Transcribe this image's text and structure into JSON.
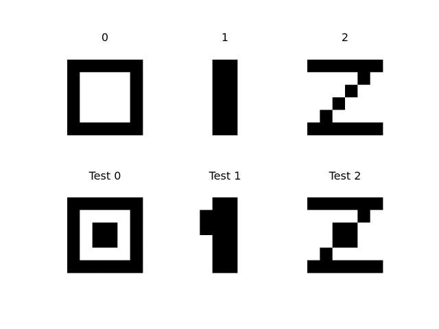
{
  "chart_data": {
    "type": "heatmap",
    "colormap": {
      "0": "#ffffff",
      "1": "#000000"
    },
    "grid_size": [
      6,
      6
    ],
    "panels": [
      {
        "title": "0",
        "matrix": [
          [
            1,
            1,
            1,
            1,
            1,
            1
          ],
          [
            1,
            0,
            0,
            0,
            0,
            1
          ],
          [
            1,
            0,
            0,
            0,
            0,
            1
          ],
          [
            1,
            0,
            0,
            0,
            0,
            1
          ],
          [
            1,
            0,
            0,
            0,
            0,
            1
          ],
          [
            1,
            1,
            1,
            1,
            1,
            1
          ]
        ]
      },
      {
        "title": "1",
        "matrix": [
          [
            0,
            0,
            1,
            1,
            0,
            0
          ],
          [
            0,
            0,
            1,
            1,
            0,
            0
          ],
          [
            0,
            0,
            1,
            1,
            0,
            0
          ],
          [
            0,
            0,
            1,
            1,
            0,
            0
          ],
          [
            0,
            0,
            1,
            1,
            0,
            0
          ],
          [
            0,
            0,
            1,
            1,
            0,
            0
          ]
        ]
      },
      {
        "title": "2",
        "matrix": [
          [
            1,
            1,
            1,
            1,
            1,
            1
          ],
          [
            0,
            0,
            0,
            0,
            1,
            0
          ],
          [
            0,
            0,
            0,
            1,
            0,
            0
          ],
          [
            0,
            0,
            1,
            0,
            0,
            0
          ],
          [
            0,
            1,
            0,
            0,
            0,
            0
          ],
          [
            1,
            1,
            1,
            1,
            1,
            1
          ]
        ]
      },
      {
        "title": "Test 0",
        "matrix": [
          [
            1,
            1,
            1,
            1,
            1,
            1
          ],
          [
            1,
            0,
            0,
            0,
            0,
            1
          ],
          [
            1,
            0,
            1,
            1,
            0,
            1
          ],
          [
            1,
            0,
            1,
            1,
            0,
            1
          ],
          [
            1,
            0,
            0,
            0,
            0,
            1
          ],
          [
            1,
            1,
            1,
            1,
            1,
            1
          ]
        ]
      },
      {
        "title": "Test 1",
        "matrix": [
          [
            0,
            0,
            1,
            1,
            0,
            0
          ],
          [
            0,
            1,
            1,
            1,
            0,
            0
          ],
          [
            0,
            1,
            1,
            1,
            0,
            0
          ],
          [
            0,
            0,
            1,
            1,
            0,
            0
          ],
          [
            0,
            0,
            1,
            1,
            0,
            0
          ],
          [
            0,
            0,
            1,
            1,
            0,
            0
          ]
        ]
      },
      {
        "title": "Test 2",
        "matrix": [
          [
            1,
            1,
            1,
            1,
            1,
            1
          ],
          [
            0,
            0,
            0,
            0,
            1,
            0
          ],
          [
            0,
            0,
            1,
            1,
            0,
            0
          ],
          [
            0,
            0,
            1,
            1,
            0,
            0
          ],
          [
            0,
            1,
            0,
            0,
            0,
            0
          ],
          [
            1,
            1,
            1,
            1,
            1,
            1
          ]
        ]
      }
    ]
  }
}
